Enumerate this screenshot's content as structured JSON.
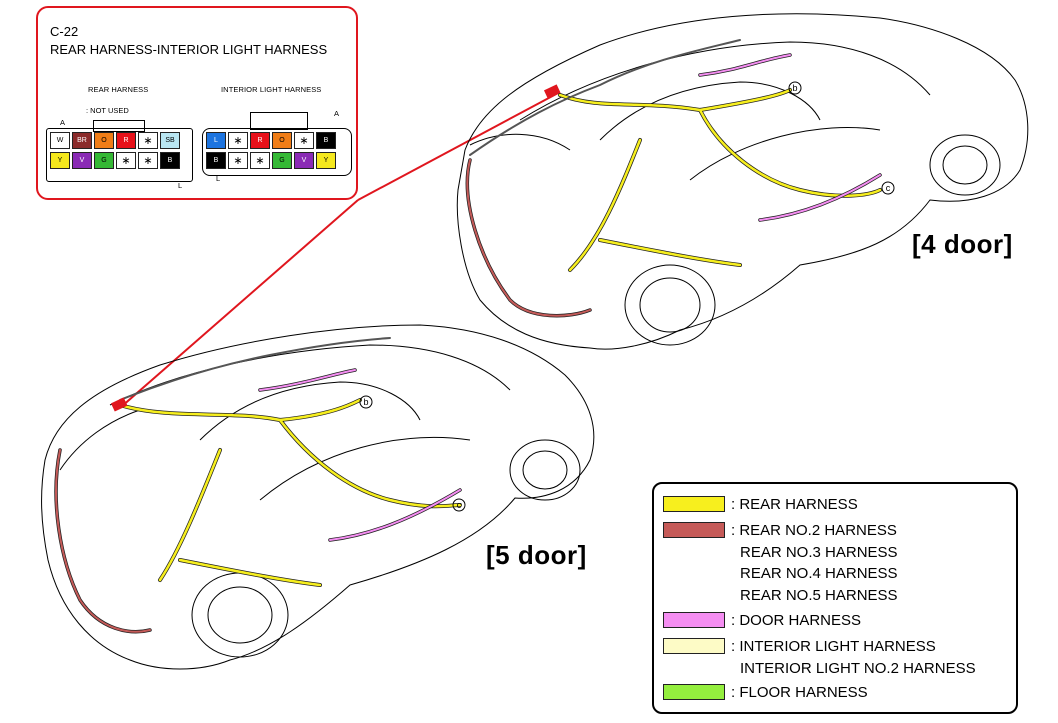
{
  "connector": {
    "code": "C-22",
    "name": "REAR HARNESS-INTERIOR LIGHT HARNESS",
    "left_header": "REAR HARNESS",
    "right_header": "INTERIOR LIGHT HARNESS",
    "not_used_note": ": NOT USED",
    "label_a_left": "A",
    "label_l_left": "L",
    "label_a_right": "A",
    "label_l_right": "L",
    "rear_pins_top": [
      {
        "text": "W",
        "color": "#ffffff"
      },
      {
        "text": "BR",
        "color": "#8b2b2b"
      },
      {
        "text": "O",
        "color": "#f07d17"
      },
      {
        "text": "R",
        "color": "#e8111a"
      },
      {
        "text": "∗",
        "color": "#ffffff"
      },
      {
        "text": "SB",
        "color": "#b9e6f2"
      }
    ],
    "rear_pins_bottom": [
      {
        "text": "Y",
        "color": "#f5e81d"
      },
      {
        "text": "V",
        "color": "#8a2ab5"
      },
      {
        "text": "G",
        "color": "#35b835"
      },
      {
        "text": "∗",
        "color": "#ffffff"
      },
      {
        "text": "∗",
        "color": "#ffffff"
      },
      {
        "text": "B",
        "color": "#000000"
      }
    ],
    "interior_pins_top": [
      {
        "text": "L",
        "color": "#1c74e0"
      },
      {
        "text": "∗",
        "color": "#ffffff"
      },
      {
        "text": "R",
        "color": "#e8111a"
      },
      {
        "text": "O",
        "color": "#f07d17"
      },
      {
        "text": "∗",
        "color": "#ffffff"
      },
      {
        "text": "B",
        "color": "#000000"
      }
    ],
    "interior_pins_bottom": [
      {
        "text": "B",
        "color": "#000000"
      },
      {
        "text": "∗",
        "color": "#ffffff"
      },
      {
        "text": "∗",
        "color": "#ffffff"
      },
      {
        "text": "G",
        "color": "#35b835"
      },
      {
        "text": "V",
        "color": "#8a2ab5"
      },
      {
        "text": "Y",
        "color": "#f5e81d"
      }
    ]
  },
  "vehicles": {
    "top_title": "[4 door]",
    "bottom_title": "[5 door]",
    "marker_b": "b",
    "marker_c": "c"
  },
  "legend": {
    "items": [
      {
        "lines": [
          ": REAR HARNESS"
        ],
        "color": "#f7ef1e"
      },
      {
        "lines": [
          ": REAR NO.2 HARNESS",
          "REAR NO.3 HARNESS",
          "REAR NO.4 HARNESS",
          "REAR NO.5 HARNESS"
        ],
        "color": "#c55a58"
      },
      {
        "lines": [
          ": DOOR HARNESS"
        ],
        "color": "#f58ef2"
      },
      {
        "lines": [
          ": INTERIOR LIGHT HARNESS",
          "INTERIOR LIGHT NO.2 HARNESS"
        ],
        "color": "#fdfbc6"
      },
      {
        "lines": [
          ": FLOOR HARNESS"
        ],
        "color": "#94ef3e"
      }
    ]
  },
  "colors": {
    "callout_border": "#e0161e",
    "leader_line": "#e0161e"
  }
}
